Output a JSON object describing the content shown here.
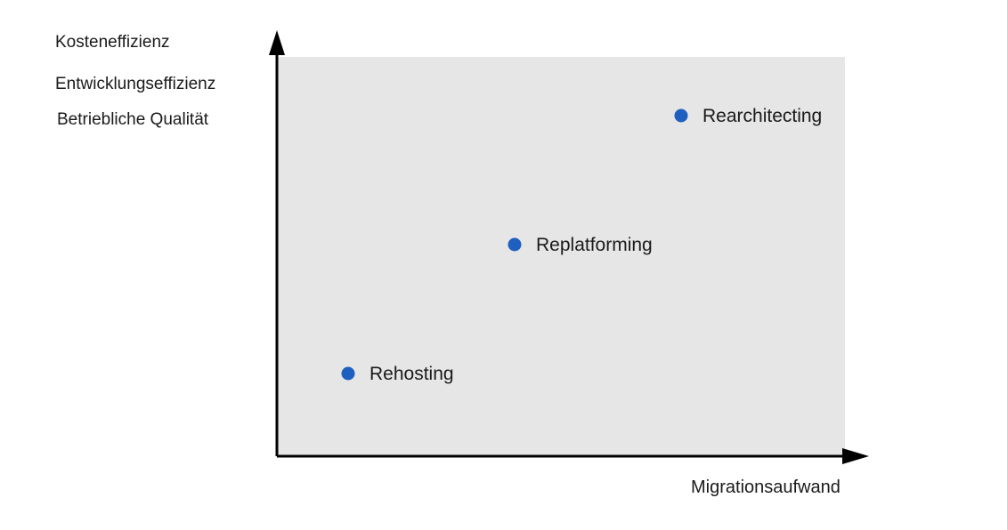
{
  "chart_data": {
    "type": "scatter",
    "ylabel": [
      "Kosteneffizienz",
      "Entwicklungseffizienz",
      "Betriebliche Qualität"
    ],
    "xlabel": "Migrationsaufwand",
    "grid": false,
    "colors": {
      "point": "#1f5fbf",
      "plot_bg": "#e6e6e6",
      "axis": "#000000"
    },
    "points": [
      {
        "label": "Rehosting",
        "x": 1,
        "y": 1
      },
      {
        "label": "Replatforming",
        "x": 2,
        "y": 2
      },
      {
        "label": "Rearchitecting",
        "x": 3,
        "y": 3
      }
    ]
  }
}
